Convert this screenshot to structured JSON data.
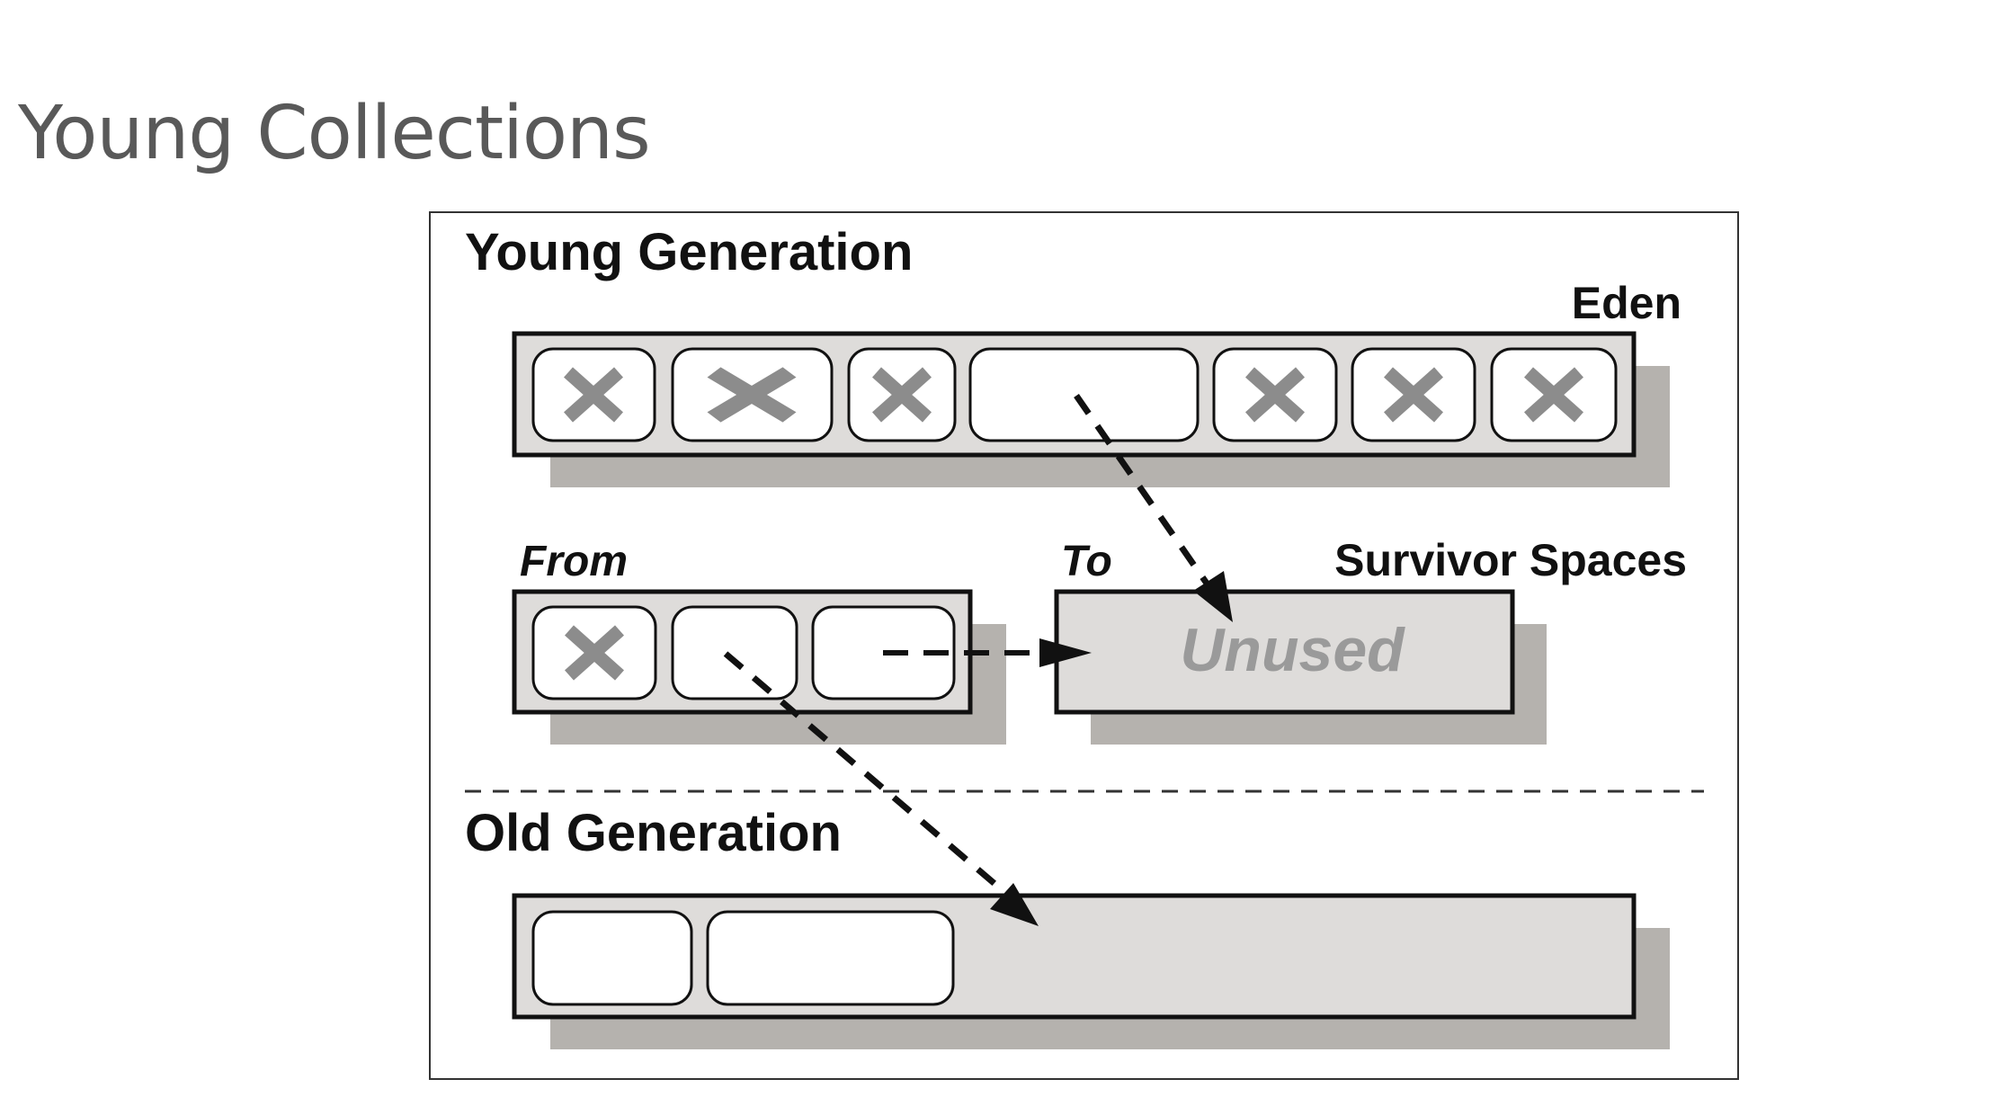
{
  "slide": {
    "title": "Young Collections"
  },
  "diagram": {
    "young_generation_label": "Young Generation",
    "eden_label": "Eden",
    "from_label": "From",
    "to_label": "To",
    "survivor_spaces_label": "Survivor Spaces",
    "unused_label": "Unused",
    "old_generation_label": "Old Generation",
    "eden_objects": [
      "dead",
      "dead",
      "dead",
      "live",
      "dead",
      "dead",
      "dead"
    ],
    "from_objects": [
      "dead",
      "live",
      "live"
    ],
    "old_objects": [
      "live",
      "live"
    ]
  },
  "colors": {
    "space_fill": "#dedcda",
    "shadow": "#b5b2ae",
    "cross": "#8c8c8c",
    "outline": "#111111",
    "title_text": "#595959",
    "unused_text": "#9a9a9a"
  }
}
